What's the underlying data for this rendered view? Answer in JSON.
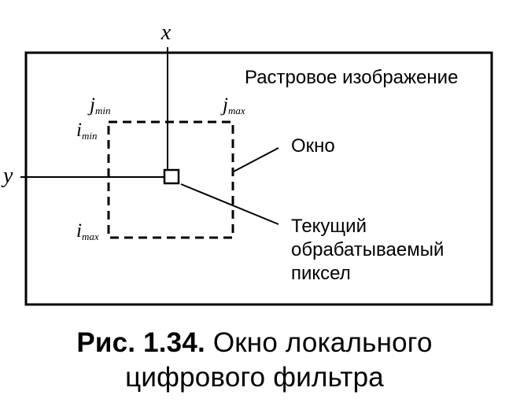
{
  "diagram": {
    "raster_label": "Растровое изображение",
    "window_label": "Окно",
    "pixel_label_lines": [
      "Текущий",
      "обрабатываемый",
      "пиксел"
    ],
    "axis_x": "x",
    "axis_y": "y",
    "j_min": {
      "base": "j",
      "sub": "min"
    },
    "j_max": {
      "base": "j",
      "sub": "max"
    },
    "i_min": {
      "base": "i",
      "sub": "min"
    },
    "i_max": {
      "base": "i",
      "sub": "max"
    }
  },
  "caption": {
    "number": "Рис. 1.34.",
    "line1_rest": " Окно локального",
    "line2": "цифрового фильтра"
  },
  "colors": {
    "ink": "#000000",
    "background": "#ffffff"
  }
}
